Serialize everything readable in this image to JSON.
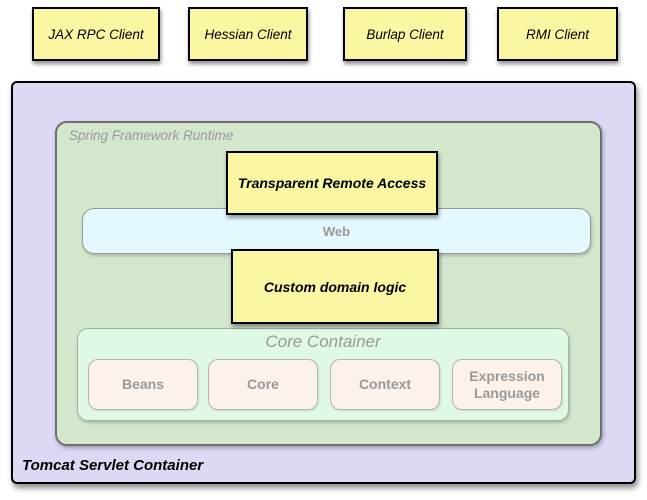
{
  "clients": [
    {
      "label": "JAX RPC Client"
    },
    {
      "label": "Hessian Client"
    },
    {
      "label": "Burlap Client"
    },
    {
      "label": "RMI Client"
    }
  ],
  "tomcat": {
    "label": "Tomcat Servlet Container",
    "spring": {
      "title": "Spring Framework Runtime",
      "transparent_remote_access": "Transparent Remote Access",
      "web": "Web",
      "custom_domain_logic": "Custom domain logic",
      "core_container": {
        "title": "Core Container",
        "modules": [
          {
            "label": "Beans"
          },
          {
            "label": "Core"
          },
          {
            "label": "Context"
          },
          {
            "label": "Expression Language"
          }
        ]
      }
    }
  },
  "colors": {
    "client_fill": "#FAF6A2",
    "tomcat_fill": "#DDD9F4",
    "spring_fill": "#D3E7CD",
    "web_fill": "#E4F9FD",
    "core_fill": "#DFF9E4",
    "module_fill": "#FBF2EC",
    "muted_text": "#999999",
    "border_dark": "#000000"
  }
}
